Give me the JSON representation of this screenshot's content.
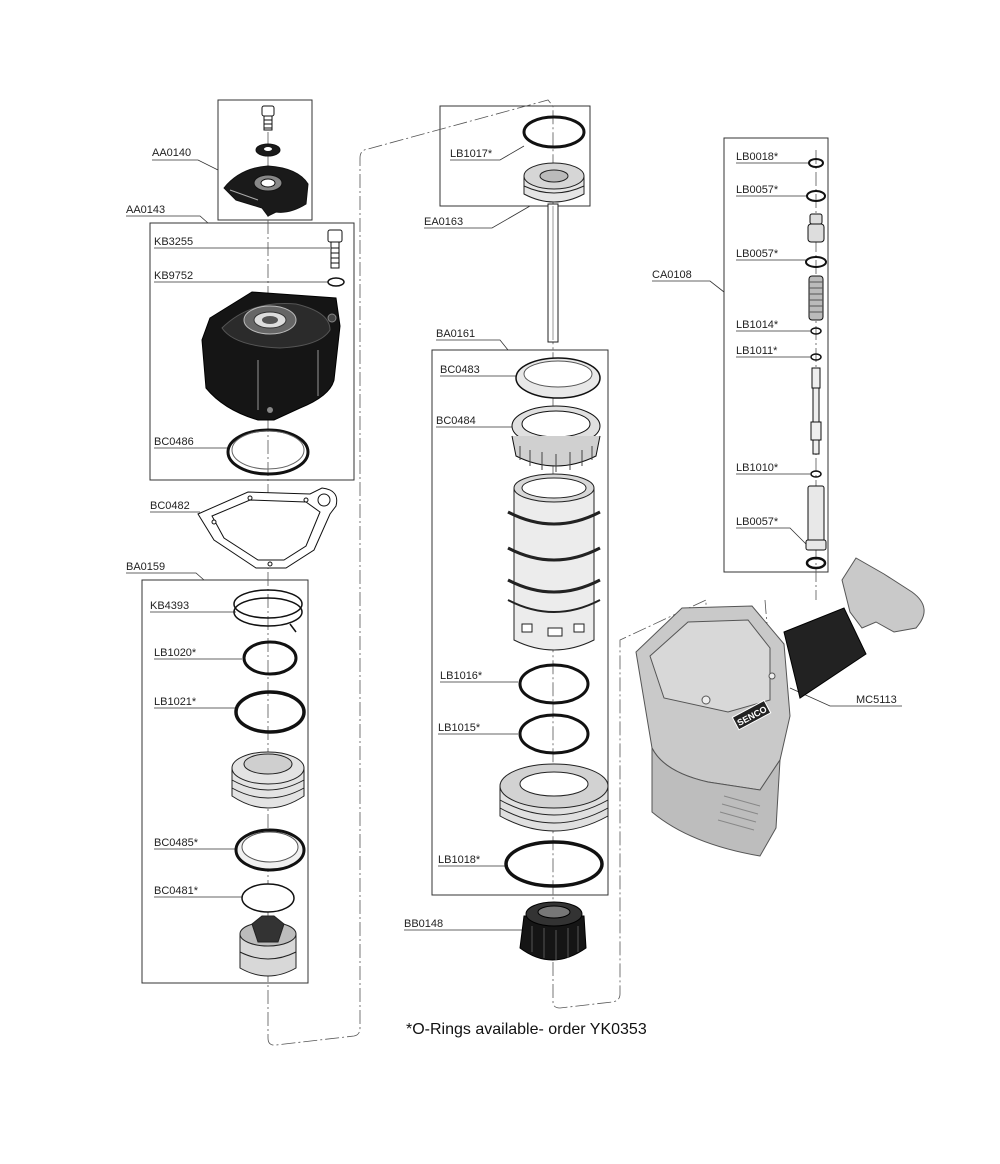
{
  "labels": {
    "AA0140": "AA0140",
    "AA0143": "AA0143",
    "KB3255": "KB3255",
    "KB9752": "KB9752",
    "BC0486": "BC0486",
    "BC0482": "BC0482",
    "BA0159": "BA0159",
    "KB4393": "KB4393",
    "LB1020": "LB1020*",
    "LB1021": "LB1021*",
    "BC0485": "BC0485*",
    "BC0481": "BC0481*",
    "LB1017": "LB1017*",
    "EA0163": "EA0163",
    "BA0161": "BA0161",
    "BC0483": "BC0483",
    "BC0484": "BC0484",
    "LB1016": "LB1016*",
    "LB1015": "LB1015*",
    "LB1018": "LB1018*",
    "BB0148": "BB0148",
    "LB0018": "LB0018*",
    "LB0057a": "LB0057*",
    "LB0057b": "LB0057*",
    "CA0108": "CA0108",
    "LB1014": "LB1014*",
    "LB1011": "LB1011*",
    "LB1010": "LB1010*",
    "LB0057c": "LB0057*",
    "MC5113": "MC5113"
  },
  "brand_logo": "SENCO",
  "footnote": "*O-Rings available- order YK0353",
  "colors": {
    "line": "#222222",
    "housing_fill": "#c9c9c9",
    "cap_fill": "#1a1a1a",
    "grip_fill": "#222222"
  }
}
